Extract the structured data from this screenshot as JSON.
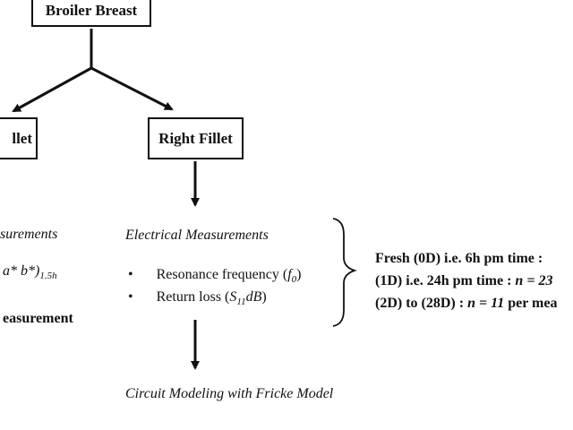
{
  "nodes": {
    "broiler_breast": "Broiler Breast",
    "left_fillet_partial": "llet",
    "right_fillet": "Right Fillet"
  },
  "left_panel": {
    "measurements_partial": "surements",
    "color_partial_prefix": "a* b*)",
    "color_partial_subscript": "1.5h",
    "measurement_partial": "easurement"
  },
  "electrical": {
    "heading": "Electrical Measurements",
    "bullets": [
      {
        "text": "Resonance frequency (",
        "symbol": "f",
        "subscript": "0",
        "suffix": ")"
      },
      {
        "text": "Return loss (",
        "symbol": "S",
        "subscript": "11",
        "symbol2": "dB",
        "suffix": ")"
      }
    ],
    "bullet_glyph": "•"
  },
  "storage": {
    "line1": "Fresh  (0D)  i.e.  6h pm time :",
    "line2_prefix": "(1D) i.e. 24h pm time : ",
    "line2_n": "n = 23",
    "line3_prefix": "(2D) to (28D) : ",
    "line3_n": "n = 11",
    "line3_suffix": " per mea"
  },
  "circuit": {
    "heading": "Circuit Modeling with Fricke Model"
  }
}
